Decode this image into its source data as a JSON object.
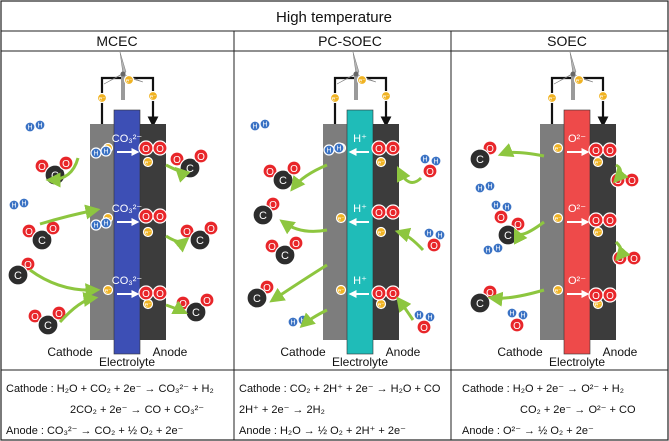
{
  "header": {
    "title": "High temperature"
  },
  "panels": [
    {
      "name": "MCEC",
      "ion": "CO₃²⁻",
      "cathode_label": "Cathode",
      "anode_label": "Anode",
      "electrolyte_label": "Electrolyte",
      "color": "#3d4fb5",
      "equations": [
        "Cathode : H₂O + CO₂ + 2e⁻ → CO₃²⁻ + H₂",
        "2CO₂ + 2e⁻ → CO + CO₃²⁻",
        "Anode : CO₃²⁻ → CO₂ + ½ O₂ + 2e⁻"
      ]
    },
    {
      "name": "PC-SOEC",
      "ion": "H⁺",
      "cathode_label": "Cathode",
      "anode_label": "Anode",
      "electrolyte_label": "Electrolyte",
      "color": "#1fbcb8",
      "equations": [
        "Cathode : CO₂ + 2H⁺ + 2e⁻ → H₂O + CO",
        "2H⁺ + 2e⁻ → 2H₂",
        "Anode : H₂O → ½ O₂ + 2H⁺ + 2e⁻"
      ]
    },
    {
      "name": "SOEC",
      "ion": "O²⁻",
      "cathode_label": "Cathode",
      "anode_label": "Anode",
      "electrolyte_label": "Electrolyte",
      "color": "#ee4a4a",
      "equations": [
        "Cathode : H₂O + 2e⁻ → O²⁻ + H₂",
        "CO₂ + 2e⁻ → O²⁻ + CO",
        "Anode : O²⁻ → ½ O₂ + 2e⁻"
      ]
    }
  ],
  "glyphs": {
    "electron": "e⁻",
    "carbon": "C",
    "oxygen": "O",
    "hydrogen": "H",
    "proton": "H⁺"
  },
  "colors": {
    "border": "#222222",
    "arrow": "#8dc63f",
    "oxygen": "#e8262a",
    "carbon": "#2d2d2d",
    "hydrogen": "#3a72c4",
    "electron": "#f0b323",
    "cathode": "#7d7d7d",
    "anode": "#3c3c3c"
  }
}
